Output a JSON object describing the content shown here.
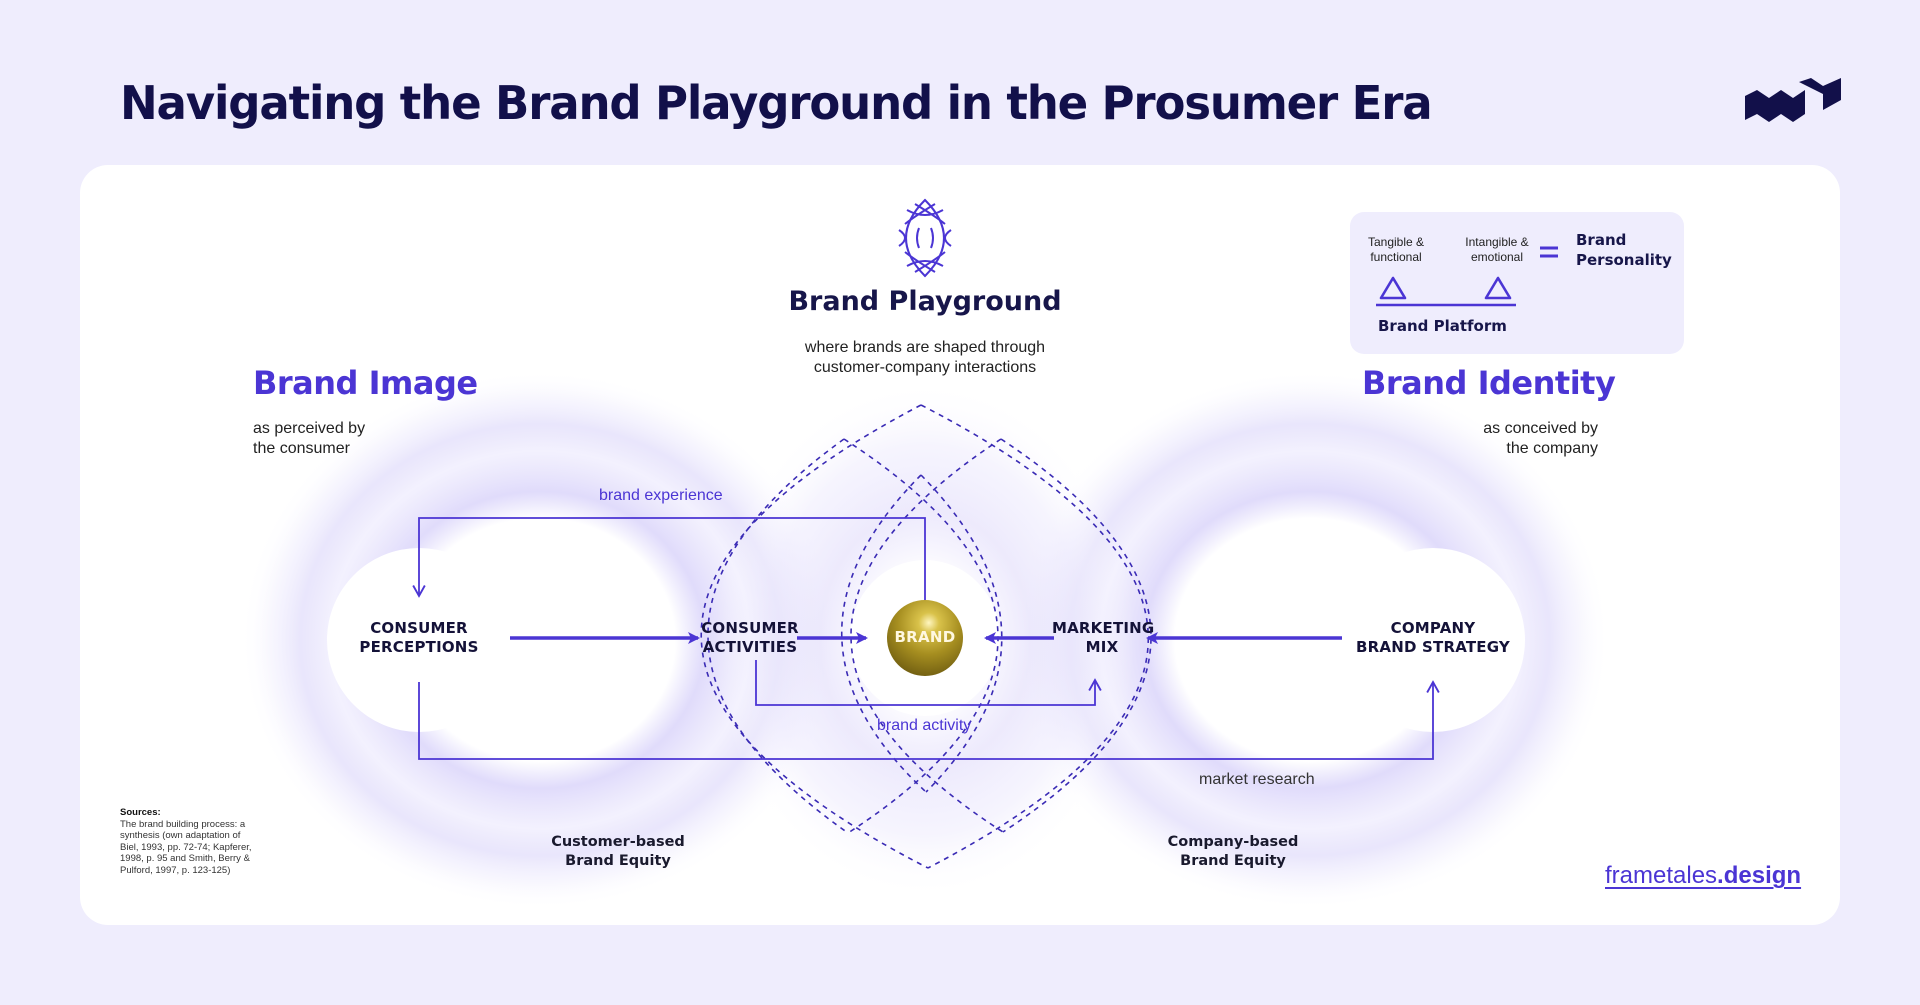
{
  "header": {
    "title": "Navigating the Brand Playground in the Prosumer Era",
    "logo_icon": "wave-logo-icon"
  },
  "playground": {
    "icon": "lens-globe-icon",
    "title": "Brand Playground",
    "subtitle_line1": "where brands are shaped through",
    "subtitle_line2": "customer-company interactions"
  },
  "legend": {
    "left_label_line1": "Tangible &",
    "left_label_line2": "functional",
    "right_label_line1": "Intangible &",
    "right_label_line2": "emotional",
    "equals_symbol": "=",
    "result_line1": "Brand",
    "result_line2": "Personality",
    "base_label": "Brand Platform",
    "accent_color": "#4b35d4"
  },
  "brand_image": {
    "title": "Brand Image",
    "sub_line1": "as perceived by",
    "sub_line2": "the consumer"
  },
  "brand_identity": {
    "title": "Brand Identity",
    "sub_line1": "as conceived by",
    "sub_line2": "the company"
  },
  "nodes": {
    "consumer_perceptions": {
      "line1": "CONSUMER",
      "line2": "PERCEPTIONS"
    },
    "consumer_activities": {
      "line1": "CONSUMER",
      "line2": "ACTIVITIES"
    },
    "brand": {
      "label": "BRAND",
      "color": "#a8901f"
    },
    "marketing_mix": {
      "line1": "MARKETING",
      "line2": "MIX"
    },
    "company_brand_strategy": {
      "line1": "COMPANY",
      "line2": "BRAND STRATEGY"
    }
  },
  "flows": {
    "brand_experience": "brand experience",
    "brand_activity": "brand activity",
    "market_research": "market research",
    "line_color": "#4b35d4"
  },
  "equity": {
    "customer_line1": "Customer-based",
    "customer_line2": "Brand Equity",
    "company_line1": "Company-based",
    "company_line2": "Brand Equity"
  },
  "sources": {
    "heading": "Sources:",
    "text": "The brand building process: a synthesis (own adaptation of Biel, 1993, pp. 72-74; Kapferer, 1998, p. 95 and Smith, Berry & Pulford, 1997, p. 123-125)"
  },
  "footer": {
    "link_prefix": "frametales",
    "link_suffix": ".design"
  },
  "colors": {
    "background": "#efedfd",
    "card": "#ffffff",
    "title": "#12104a",
    "accent": "#4b35d4",
    "glow": "#c9c2f5"
  }
}
